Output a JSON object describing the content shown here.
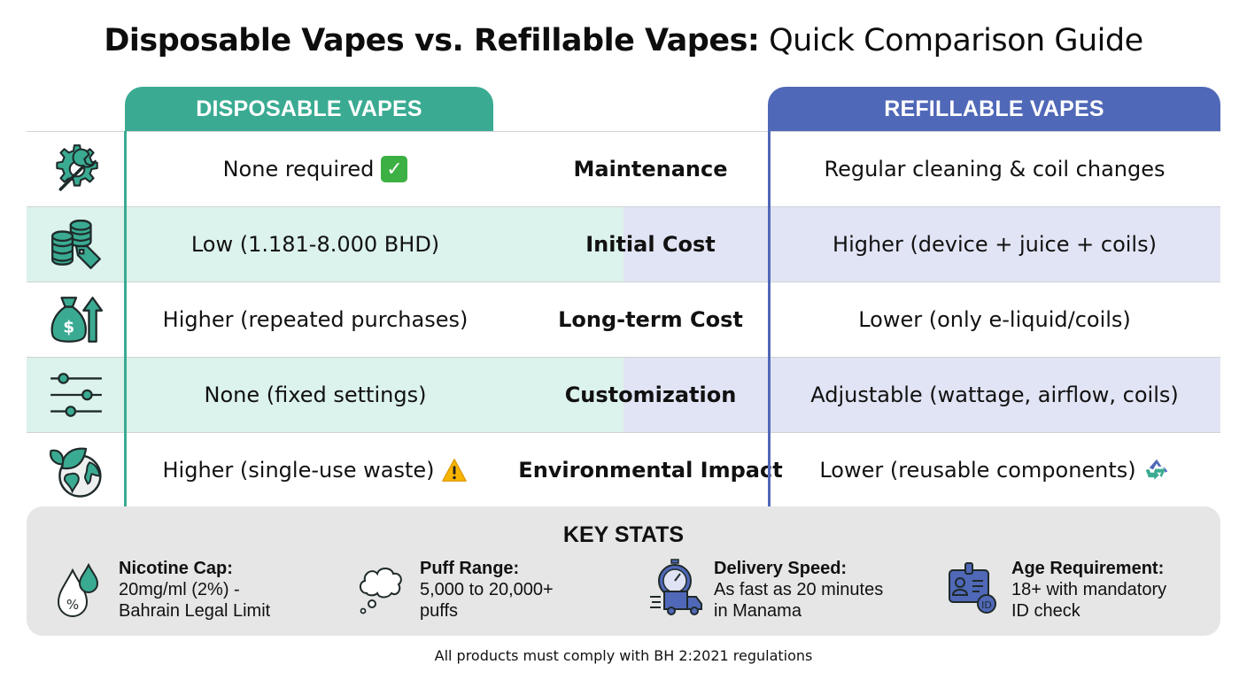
{
  "header": {
    "title_bold": "Disposable Vapes vs. Refillable Vapes:",
    "title_light": "Quick Comparison Guide"
  },
  "columns": {
    "disposable": "DISPOSABLE VAPES",
    "refillable": "REFILLABLE VAPES"
  },
  "colors": {
    "disposable_accent": "#3aab92",
    "refillable_accent": "#5068b8",
    "disposable_tint": "#dcf2ec",
    "refillable_tint": "#e1e4f4",
    "stats_bg": "#e6e6e6"
  },
  "rows": [
    {
      "icon": "gear-wrench-icon",
      "feature": "Maintenance",
      "disposable": "None required",
      "disposable_badge": "check-mark-icon",
      "refillable": "Regular cleaning & coil changes"
    },
    {
      "icon": "coins-price-tag-icon",
      "feature": "Initial Cost",
      "disposable": "Low (1.181-8.000 BHD)",
      "refillable": "Higher (device + juice + coils)"
    },
    {
      "icon": "money-bag-arrow-up-icon",
      "feature": "Long-term Cost",
      "disposable": "Higher (repeated purchases)",
      "refillable": "Lower (only e-liquid/coils)"
    },
    {
      "icon": "sliders-icon",
      "feature": "Customization",
      "disposable": "None (fixed settings)",
      "refillable": "Adjustable (wattage, airflow, coils)"
    },
    {
      "icon": "globe-leaf-icon",
      "feature": "Environmental Impact",
      "disposable": "Higher (single-use waste)",
      "disposable_badge": "warning-icon",
      "refillable": "Lower (reusable components)",
      "refillable_badge": "recycle-icon"
    }
  ],
  "key_stats": {
    "title": "KEY STATS",
    "items": [
      {
        "icon": "droplet-percent-icon",
        "label": "Nicotine Cap:",
        "value_lines": [
          "20mg/ml (2%) -",
          "Bahrain Legal Limit"
        ]
      },
      {
        "icon": "cloud-puff-icon",
        "label": "Puff Range:",
        "value_lines": [
          "5,000 to 20,000+",
          "puffs"
        ]
      },
      {
        "icon": "stopwatch-truck-icon",
        "label": "Delivery Speed:",
        "value_lines": [
          "As fast as 20 minutes",
          "in Manama"
        ]
      },
      {
        "icon": "id-badge-icon",
        "label": "Age Requirement:",
        "value_lines": [
          "18+ with mandatory",
          "ID check"
        ]
      }
    ]
  },
  "footer": {
    "note": "All products must comply with BH 2:2021 regulations"
  }
}
